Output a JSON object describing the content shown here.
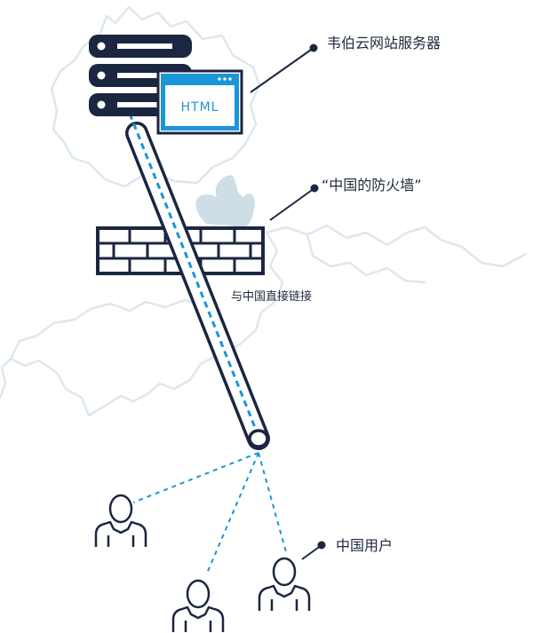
{
  "labels": {
    "server": "韦伯云网站服务器",
    "firewall": "“中国的防火墙”",
    "direct": "与中国直接链接",
    "users": "中国用户"
  },
  "browser": {
    "text": "HTML"
  },
  "colors": {
    "navy": "#1b2640",
    "accent": "#1a95d8",
    "map": "#d9e5ee",
    "flame": "#cfdde7",
    "text": "#1e2a3c"
  }
}
